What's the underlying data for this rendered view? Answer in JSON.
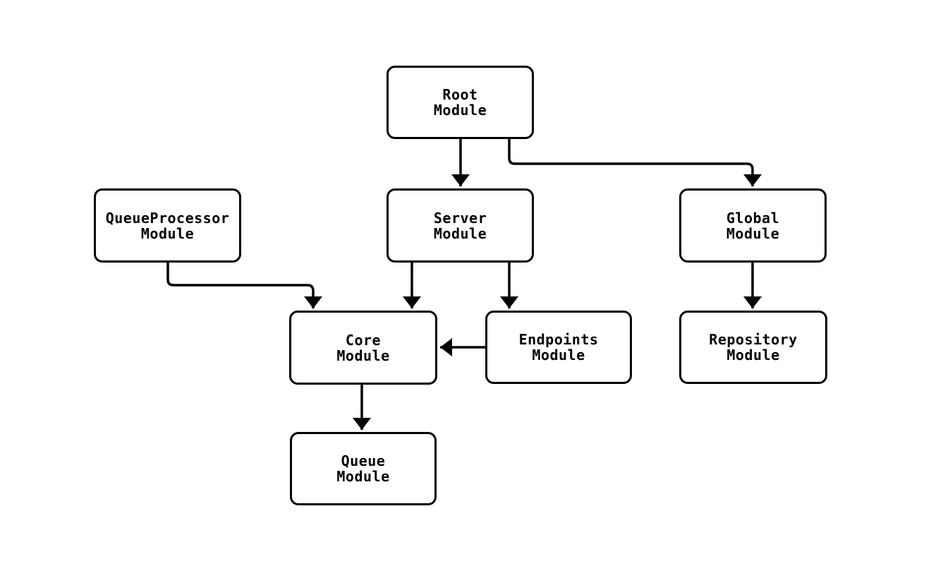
{
  "diagram": {
    "type": "flowchart",
    "background": "#ffffff",
    "colors": {
      "node_border": "#000000",
      "node_fill": "#ffffff",
      "edge_stroke": "#000000",
      "text": "#000000"
    },
    "nodes": {
      "root": {
        "label": "Root\nModule"
      },
      "queueprocessor": {
        "label": "QueueProcessor\nModule"
      },
      "server": {
        "label": "Server\nModule"
      },
      "global": {
        "label": "Global\nModule"
      },
      "core": {
        "label": "Core\nModule"
      },
      "endpoints": {
        "label": "Endpoints\nModule"
      },
      "repository": {
        "label": "Repository\nModule"
      },
      "queue": {
        "label": "Queue\nModule"
      }
    },
    "edges": [
      {
        "from": "Root Module",
        "to": "Server Module"
      },
      {
        "from": "Root Module",
        "to": "Global Module"
      },
      {
        "from": "QueueProcessor Module",
        "to": "Core Module"
      },
      {
        "from": "Server Module",
        "to": "Core Module"
      },
      {
        "from": "Server Module",
        "to": "Endpoints Module"
      },
      {
        "from": "Endpoints Module",
        "to": "Core Module"
      },
      {
        "from": "Global Module",
        "to": "Repository Module"
      },
      {
        "from": "Core Module",
        "to": "Queue Module"
      }
    ]
  }
}
